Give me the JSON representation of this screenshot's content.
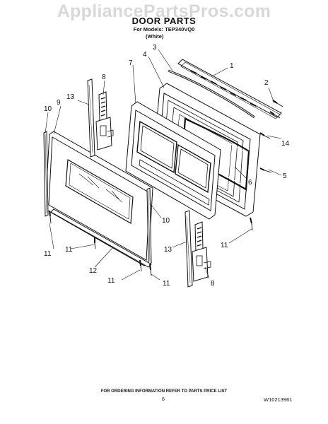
{
  "watermark": "AppliancePartsPros.com",
  "header": {
    "title": "DOOR PARTS",
    "models": "For Models: TEP340VQ0",
    "color": "(White)"
  },
  "callouts": [
    "1",
    "2",
    "3",
    "4",
    "5",
    "6",
    "7",
    "8",
    "8",
    "9",
    "10",
    "10",
    "11",
    "11",
    "11",
    "11",
    "11",
    "12",
    "13",
    "13",
    "14"
  ],
  "footer": {
    "ordering_note": "FOR ORDERING INFORMATION REFER TO PARTS PRICE LIST",
    "page_number": "6",
    "document_number": "W10213961"
  }
}
